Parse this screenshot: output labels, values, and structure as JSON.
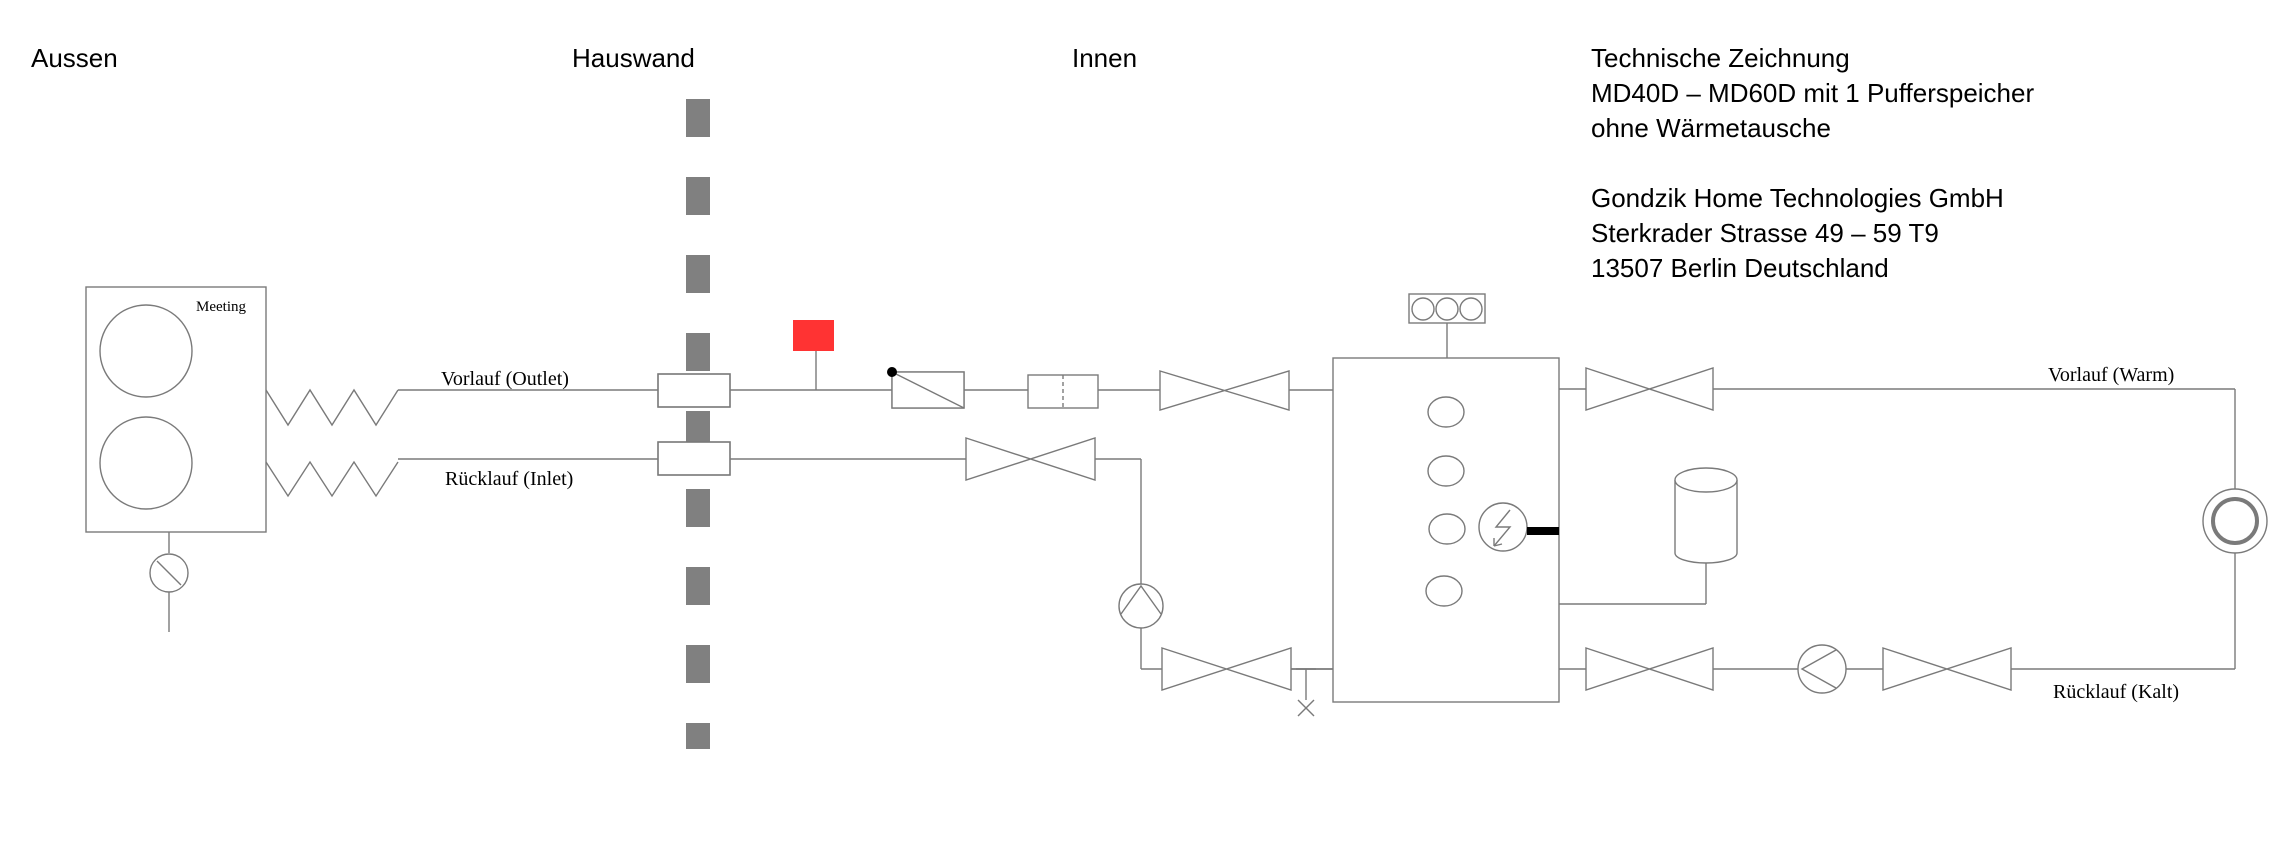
{
  "zones": {
    "outside": "Aussen",
    "wall": "Hauswand",
    "inside": "Innen"
  },
  "title_block": {
    "lines": [
      "Technische Zeichnung",
      "MD40D – MD60D mit 1 Pufferspeicher",
      "ohne Wärmetausche",
      "",
      "Gondzik Home Technologies GmbH",
      "Sterkrader Strasse 49 – 59 T9",
      "13507 Berlin Deutschland"
    ]
  },
  "outdoor_unit": {
    "label": "Meeting"
  },
  "pipes": {
    "outlet": "Vorlauf (Outlet)",
    "inlet": "Rücklauf (Inlet)",
    "supply_warm": "Vorlauf (Warm)",
    "return_cold": "Rücklauf (Kalt)"
  },
  "colors": {
    "line": "#7a7a7a",
    "wall": "#808080",
    "sensor": "#ff3333",
    "text": "#000000"
  },
  "icons": [
    "fan-icon",
    "flexible-hose-icon",
    "valve-icon",
    "pump-icon",
    "heating-element-icon",
    "expansion-vessel-icon",
    "heat-emitter-icon",
    "drain-valve-icon",
    "sensor-icon"
  ]
}
